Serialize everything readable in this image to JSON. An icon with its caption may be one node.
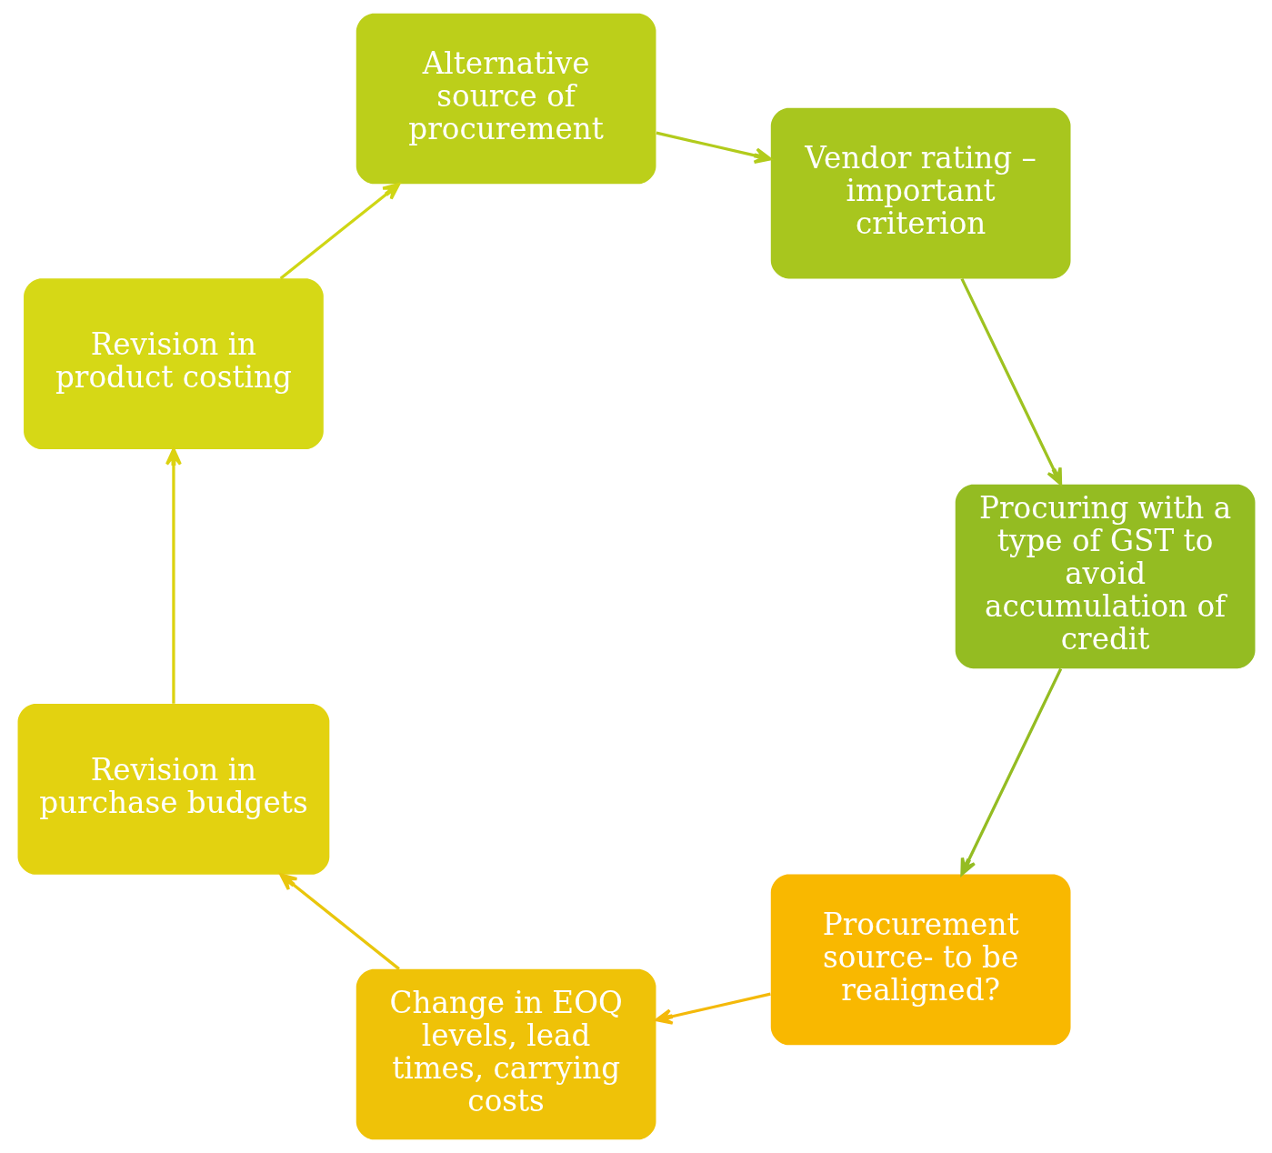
{
  "diagram": {
    "nodes": [
      {
        "text": [
          "Procurement source- to be realigned?"
        ]
      },
      {
        "text": [
          "Change in EOQ levels, lead times, carrying costs"
        ]
      },
      {
        "text": [
          "Revision in purchase budgets"
        ]
      },
      {
        "text": [
          "Revision in product costing"
        ]
      },
      {
        "text": [
          "Alternative source of procurement"
        ]
      },
      {
        "text": [
          "Vendor rating – important criterion"
        ]
      },
      {
        "text": [
          "Procuring with a type of GST to avoid accumulation of credit"
        ]
      }
    ],
    "edges": [
      {
        "from": 0,
        "to": 1,
        "arrow": "to",
        "color": "#f4b90a"
      },
      {
        "from": 1,
        "to": 2,
        "arrow": "to",
        "color": "#e9c60c"
      },
      {
        "from": 2,
        "to": 3,
        "arrow": "to",
        "color": "#dcd210"
      },
      {
        "from": 3,
        "to": 4,
        "arrow": "to",
        "color": "#cfd614"
      },
      {
        "from": 4,
        "to": 5,
        "arrow": "to",
        "color": "#b2cb1c"
      },
      {
        "from": 5,
        "to": 6,
        "arrow": "to",
        "color": "#9ec220"
      },
      {
        "from": 6,
        "to": 0,
        "arrow": "to",
        "color": "#94bc22"
      }
    ]
  }
}
